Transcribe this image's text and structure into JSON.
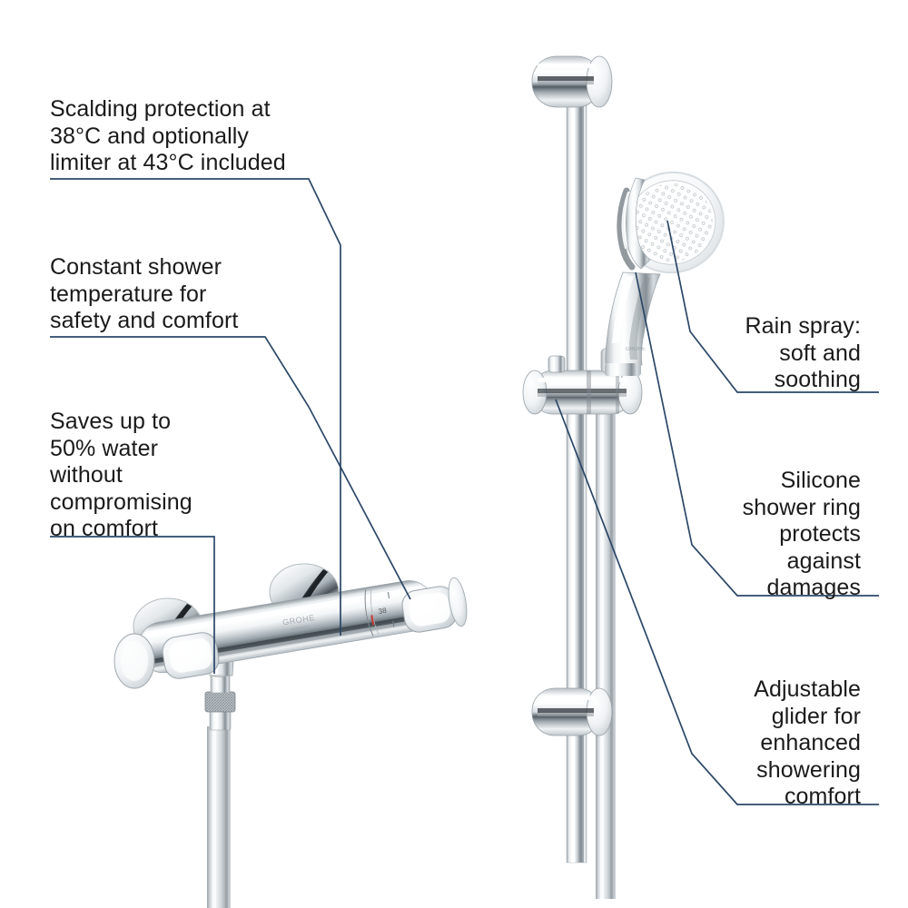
{
  "meta": {
    "brand": "GROHE",
    "kind": "product-feature-infographic",
    "background_color": "#ffffff",
    "leader_line_color": "#2b4767",
    "text_color": "#1a1a1a"
  },
  "callouts": [
    {
      "id": "scalding",
      "align": "left",
      "lines": [
        "Scalding protection at",
        "38°C and optionally",
        "limiter at 43°C included"
      ]
    },
    {
      "id": "constant",
      "align": "left",
      "lines": [
        "Constant shower",
        "temperature for",
        "safety and comfort"
      ]
    },
    {
      "id": "saves",
      "align": "left",
      "lines": [
        "Saves up to",
        "50% water",
        "without",
        "compromising",
        "on comfort"
      ]
    },
    {
      "id": "rain",
      "align": "right",
      "lines": [
        "Rain spray:",
        "soft and",
        "soothing"
      ]
    },
    {
      "id": "silicone",
      "align": "right",
      "lines": [
        "Silicone",
        "shower ring",
        "protects",
        "against",
        "damages"
      ]
    },
    {
      "id": "glider",
      "align": "right",
      "lines": [
        "Adjustable",
        "glider for",
        "enhanced",
        "showering",
        "comfort"
      ]
    }
  ],
  "products": {
    "mixer": {
      "name": "thermostatic-shower-mixer",
      "logo_text": "GROHE",
      "dial_marking": "38",
      "parts": [
        "wall-escutcheon-left",
        "wall-escutcheon-right",
        "mixer-body",
        "volume-handle",
        "temperature-handle",
        "hose-connector",
        "shower-hose"
      ]
    },
    "rail_set": {
      "name": "shower-rail-set",
      "parts": [
        "top-wall-bracket",
        "bottom-wall-bracket",
        "slide-rail",
        "adjustable-glider",
        "hand-shower",
        "shower-hose"
      ]
    }
  },
  "colors": {
    "chrome_light": "#ffffff",
    "chrome_mid": "#d2d7db",
    "chrome_dark": "#6d767d",
    "chrome_shadow": "#2e3438",
    "hose_grey": "#b9bfc3",
    "accent_red": "#c8382f",
    "leader": "#2b4767"
  }
}
